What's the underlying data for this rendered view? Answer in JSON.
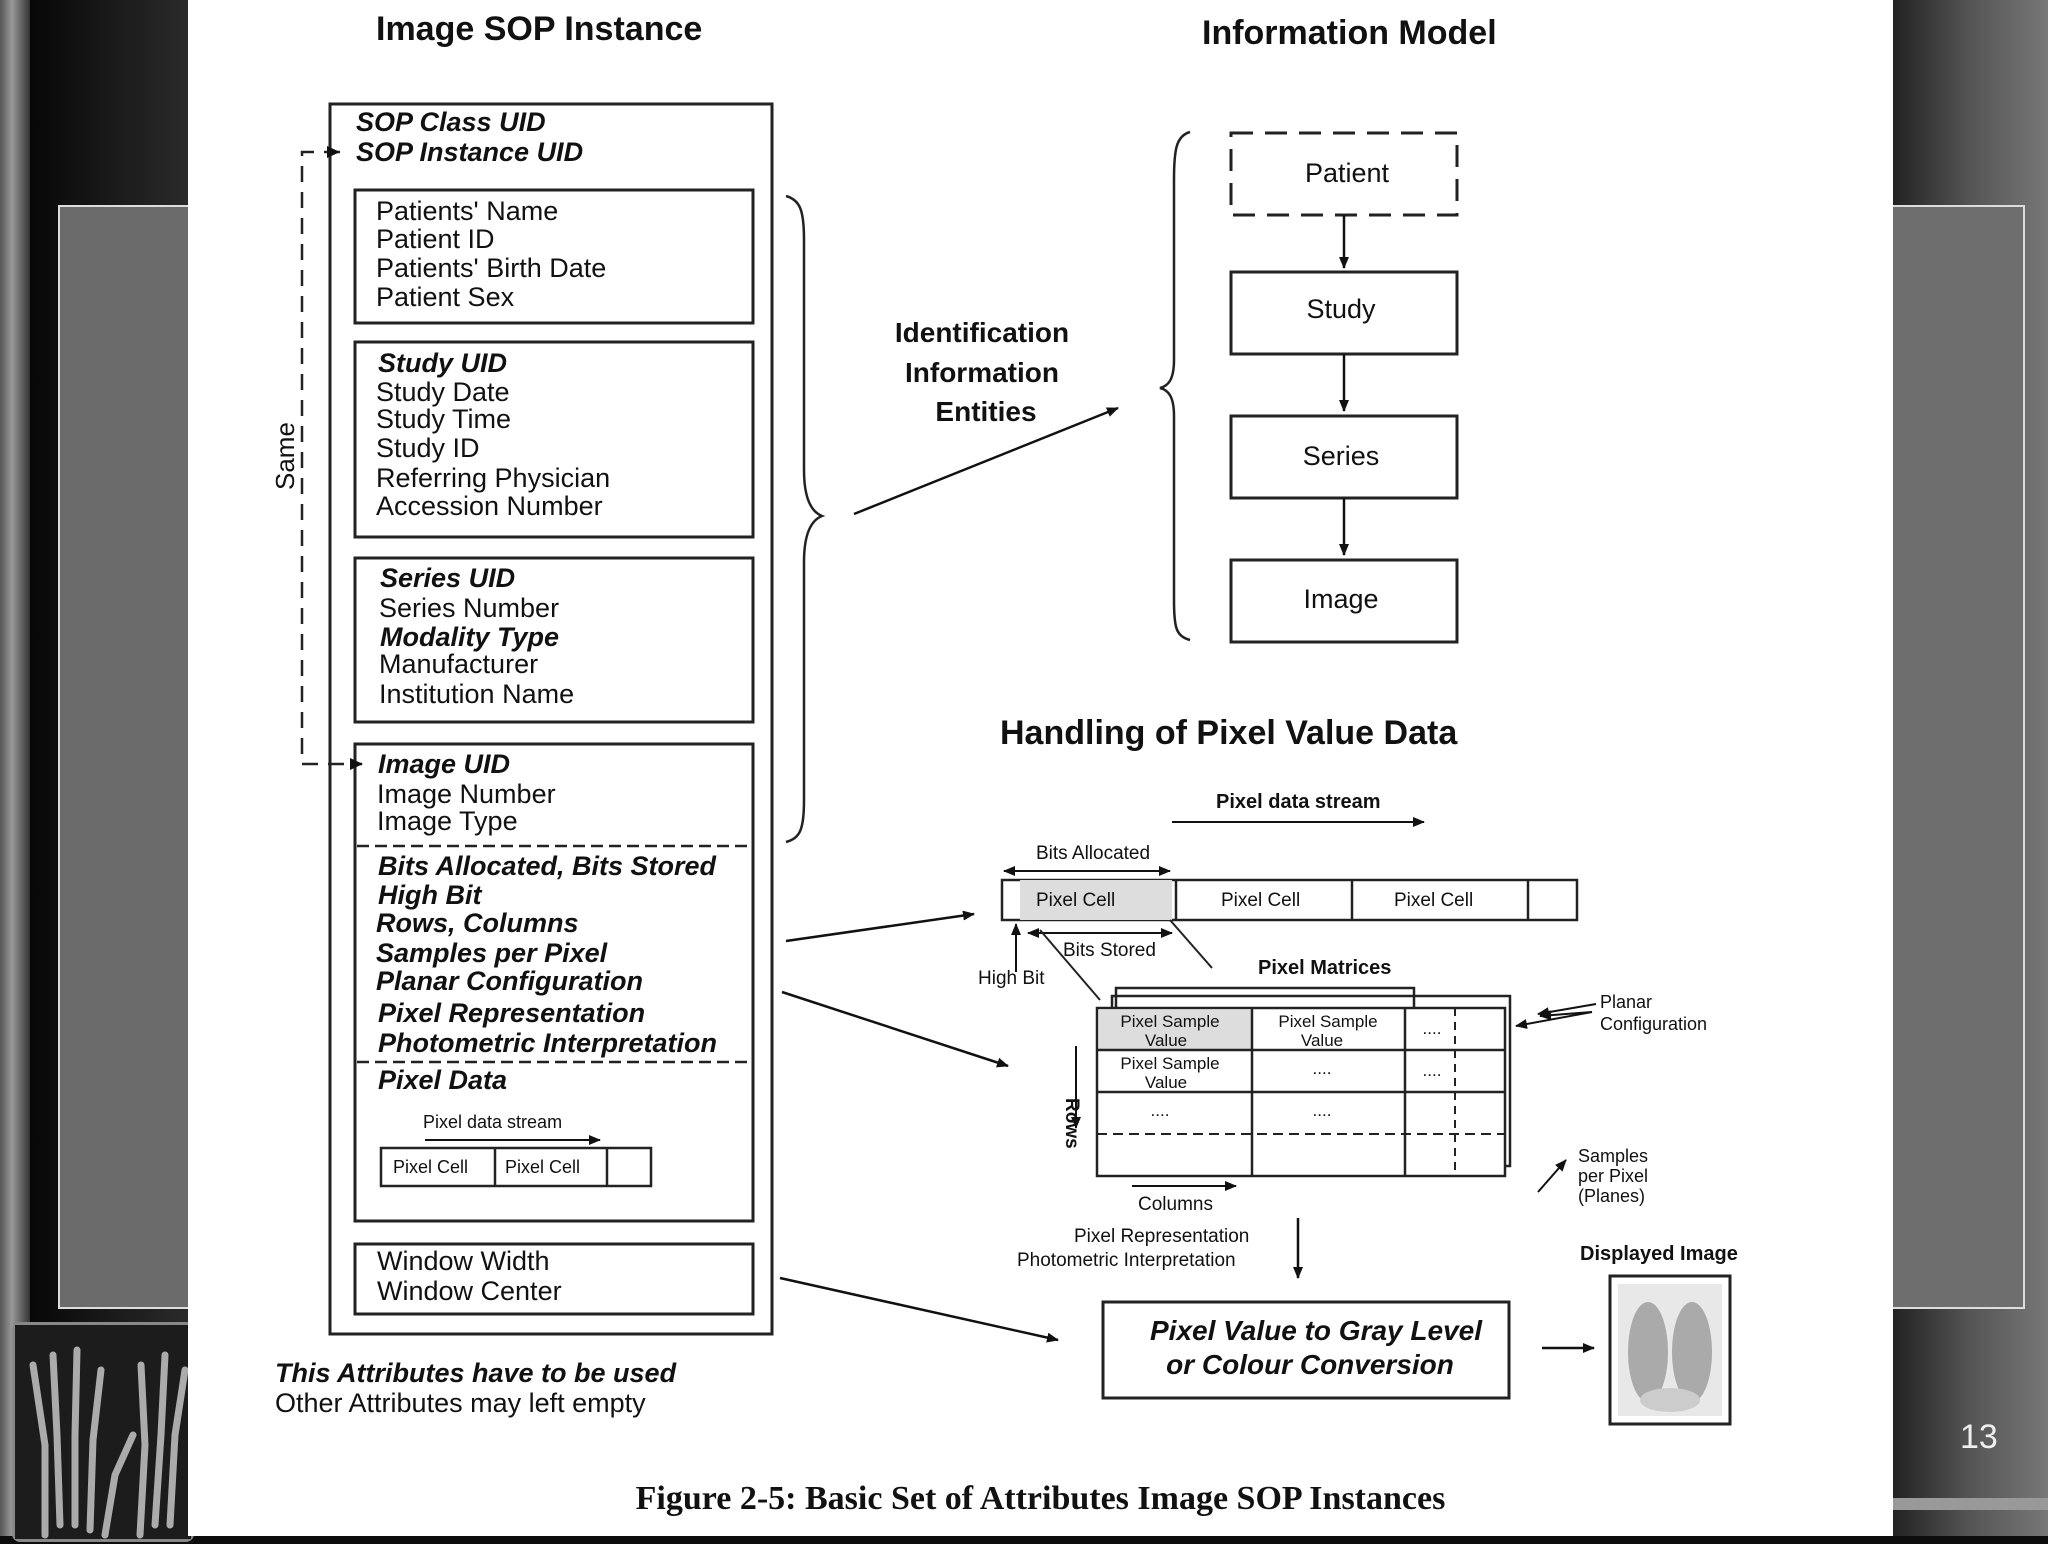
{
  "slide_number": "13",
  "headers": {
    "sop_instance": "Image SOP Instance",
    "info_model": "Information Model",
    "pixel_handling": "Handling of Pixel Value Data"
  },
  "sop": {
    "top": [
      "SOP Class UID",
      "SOP Instance UID"
    ],
    "patient": [
      "Patients' Name",
      "Patient ID",
      "Patients' Birth Date",
      "Patient Sex"
    ],
    "study": [
      "Study UID",
      "Study Date",
      "Study Time",
      "Study ID",
      "Referring Physician",
      "Accession Number"
    ],
    "series": [
      "Series UID",
      "Series Number",
      "Modality Type",
      "Manufacturer",
      "Institution Name"
    ],
    "image": [
      "Image UID",
      "Image Number",
      "Image Type"
    ],
    "pixel_attrs": [
      "Bits Allocated, Bits Stored",
      "High Bit",
      "Rows, Columns",
      "Samples per Pixel",
      "Planar Configuration",
      "Pixel Representation",
      "Photometric Interpretation"
    ],
    "pixel_data": "Pixel Data",
    "pixel_stream": "Pixel data stream",
    "pixel_cell": "Pixel Cell",
    "window": [
      "Window Width",
      "Window Center"
    ],
    "same": "Same"
  },
  "legend": {
    "must": "This Attributes have to be used",
    "other": "Other Attributes may left empty"
  },
  "identification": [
    "Identification",
    "Information",
    "Entities"
  ],
  "model": [
    "Patient",
    "Study",
    "Series",
    "Image"
  ],
  "pixel": {
    "stream": "Pixel data stream",
    "bits_allocated": "Bits Allocated",
    "bits_stored": "Bits Stored",
    "high_bit": "High Bit",
    "cell": "Pixel Cell",
    "matrices": "Pixel Matrices",
    "sample_value_1": "Pixel Sample",
    "sample_value_2": "Value",
    "dots": "....",
    "rows": "Rows",
    "columns": "Columns",
    "planar": [
      "Planar",
      "Configuration"
    ],
    "samples": [
      "Samples",
      "per Pixel",
      "(Planes)"
    ],
    "representation": "Pixel Representation",
    "photometric": "Photometric Interpretation",
    "displayed": "Displayed Image",
    "conversion": [
      "Pixel Value to Gray Level",
      "or Colour Conversion"
    ]
  },
  "caption": "Figure 2-5: Basic Set of Attributes Image SOP Instances"
}
